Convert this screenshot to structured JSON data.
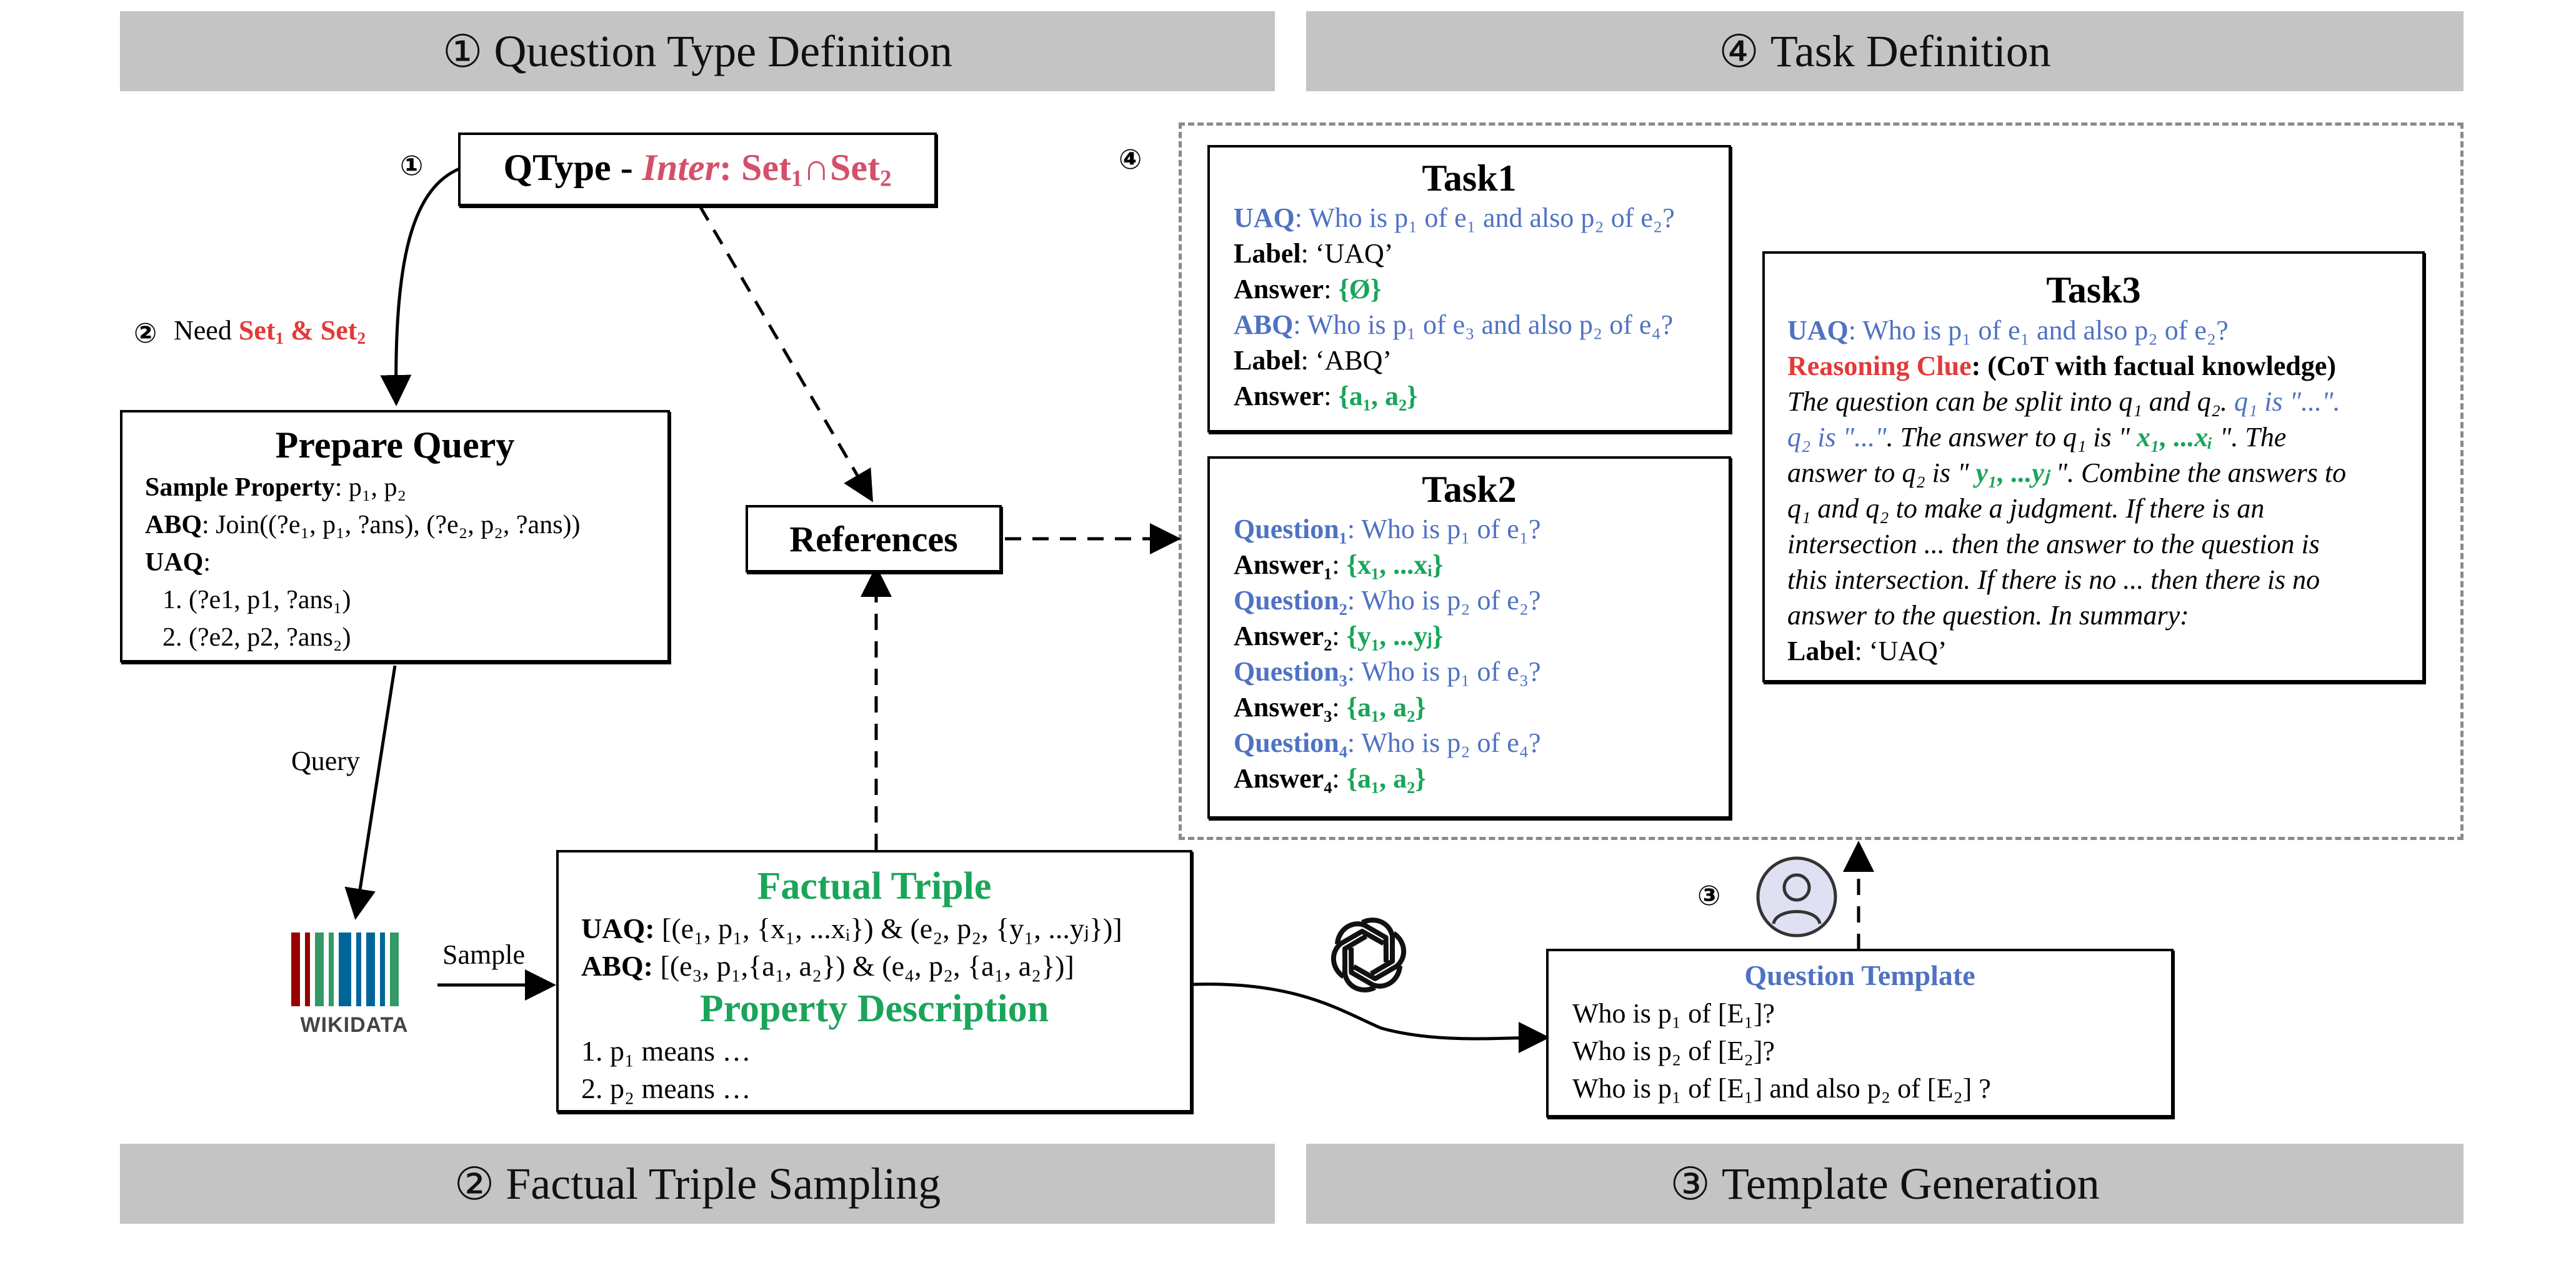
{
  "banners": {
    "b1": {
      "num": "①",
      "text": "Question Type Definition"
    },
    "b4": {
      "num": "④",
      "text": "Task Definition"
    },
    "b2": {
      "num": "②",
      "text": "Factual Triple Sampling"
    },
    "b3": {
      "num": "③",
      "text": "Template Generation"
    }
  },
  "markers": {
    "m1": "①",
    "m2": "②",
    "m3": "③",
    "m4": "④"
  },
  "qtype": {
    "prefix": "QType - ",
    "inter": "Inter",
    "colon": ": ",
    "set": "Set",
    "s1": "1",
    "cap": "∩",
    "s2": "2"
  },
  "need": {
    "text": "Need ",
    "set": "Set",
    "s1": "1",
    "amp": " & ",
    "s2": "2"
  },
  "prepare": {
    "title": "Prepare Query",
    "sample_label": "Sample Property",
    "sample_val": ": p₁, p₂",
    "abq_label": "ABQ",
    "abq_val": ": Join((?e₁, p₁, ?ans), (?e₂, p₂, ?ans))",
    "uaq_label": "UAQ",
    "uaq_colon": ":",
    "uaq1": "1. (?e1, p1, ?ans₁)",
    "uaq2": "2. (?e2, p2, ?ans₂)"
  },
  "labels": {
    "query": "Query",
    "sample": "Sample"
  },
  "wikidata": {
    "name": "WIKIDATA",
    "bar_colors": [
      "#990000",
      "#990000",
      "#339966",
      "#339966",
      "#006699",
      "#006699",
      "#006699",
      "#006699",
      "#339966"
    ]
  },
  "references": "References",
  "factual": {
    "title": "Factual Triple",
    "uaq_label": "UAQ:",
    "uaq_val": " [(e₁, p₁, {x₁, ...xᵢ}) & (e₂, p₂, {y₁, ...yⱼ})]",
    "abq_label": "ABQ:",
    "abq_val": " [(e₃, p₁,{a₁, a₂}) & (e₄, p₂, {a₁, a₂})]",
    "prop_title": "Property Description",
    "p1": "1. p₁ means …",
    "p2": "2. p₂ means …"
  },
  "template": {
    "title": "Question Template",
    "l1": "Who is p₁ of [E₁]?",
    "l2": "Who is p₂ of [E₂]?",
    "l3": "Who is p₁  of [E₁] and also p₂ of [E₂] ?"
  },
  "task1": {
    "title": "Task1",
    "uaq_label": "UAQ",
    "uaq_q": ": Who is p₁ of e₁ and also p₂ of e₂?",
    "label1_k": "Label",
    "label1_v": ": ‘UAQ’",
    "ans1_k": "Answer",
    "ans1_colon": ": ",
    "ans1_v": "{Ø}",
    "abq_label": "ABQ",
    "abq_q": ": Who is p₁ of e₃ and also p₂ of e₄?",
    "label2_k": "Label",
    "label2_v": ": ‘ABQ’",
    "ans2_k": "Answer",
    "ans2_colon": ": ",
    "ans2_v": "{a₁, a₂}"
  },
  "task2": {
    "title": "Task2",
    "rows": [
      {
        "q_label": "Question₁",
        "q_text": ": Who is p₁ of e₁?",
        "a_label": "Answer₁",
        "a_colon": ": ",
        "a_val": "{x₁, ...xᵢ}"
      },
      {
        "q_label": "Question₂",
        "q_text": ": Who is p₂ of e₂?",
        "a_label": "Answer₂",
        "a_colon": ": ",
        "a_val": "{y₁, ...yⱼ}"
      },
      {
        "q_label": "Question₃",
        "q_text": ": Who is p₁ of e₃?",
        "a_label": "Answer₃",
        "a_colon": ": ",
        "a_val": "{a₁, a₂}"
      },
      {
        "q_label": "Question₄",
        "q_text": ": Who is p₂ of e₄?",
        "a_label": "Answer₄",
        "a_colon": ": ",
        "a_val": "{a₁, a₂}"
      }
    ]
  },
  "task3": {
    "title": "Task3",
    "uaq_label": "UAQ",
    "uaq_q": ": Who is p₁ of e₁ and also p₂ of e₂?",
    "rc_label": "Reasoning Clue",
    "rc_val": ": (CoT with factual knowledge)",
    "t1a": "The question can be split into q₁ and q₂. ",
    "t1b": "q₁ is \"...\".",
    "t2a": "q₂ is \"...\"",
    "t2b": ". The answer to q₁ is \" ",
    "t2c": "x₁, ...xᵢ",
    "t2d": " \". The",
    "t3a": "answer to q₂ is \" ",
    "t3b": "y₁, ...yⱼ",
    "t3c": " \". Combine the answers to",
    "t4": "q₁ and q₂ to make a judgment. If there is an",
    "t5": "intersection ... then the answer to the question is",
    "t6": "this intersection. If there is no ... then there is no",
    "t7": "answer to the question. In summary:",
    "label_k": "Label",
    "label_v": ": ‘UAQ’"
  }
}
